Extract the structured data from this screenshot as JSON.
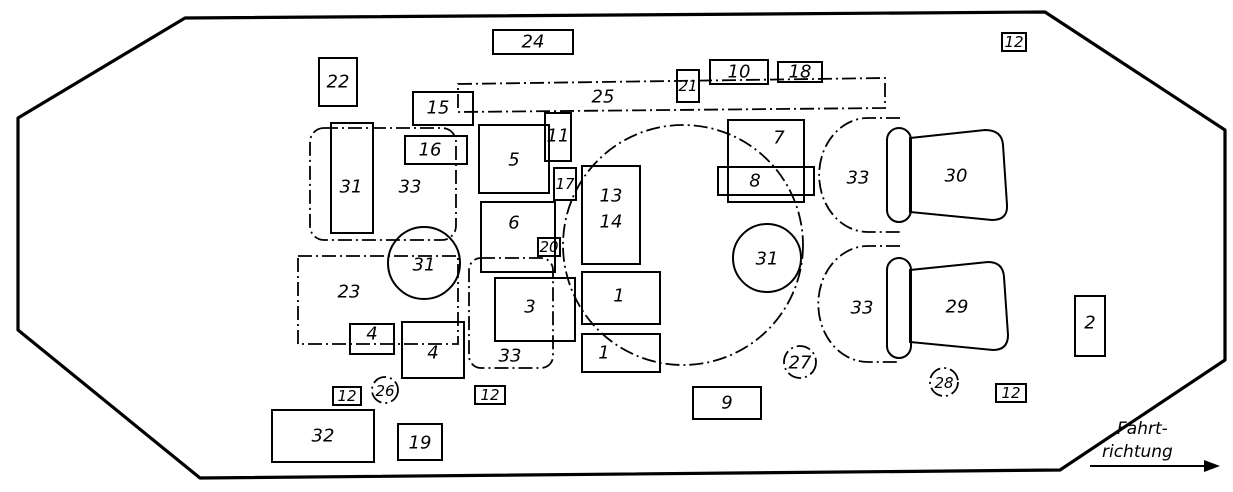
{
  "labels": {
    "l1a": "1",
    "l1b": "1",
    "l2": "2",
    "l3": "3",
    "l4a": "4",
    "l4b": "4",
    "l5": "5",
    "l6": "6",
    "l7": "7",
    "l8": "8",
    "l9": "9",
    "l10": "10",
    "l11": "11",
    "l12a": "12",
    "l12b": "12",
    "l12c": "12",
    "l12d": "12",
    "l13": "13",
    "l14": "14",
    "l15": "15",
    "l16": "16",
    "l17": "17",
    "l18": "18",
    "l19": "19",
    "l20": "20",
    "l21": "21",
    "l22": "22",
    "l23": "23",
    "l24": "24",
    "l25": "25",
    "l26": "26",
    "l27": "27",
    "l28": "28",
    "l29": "29",
    "l30": "30",
    "l31a": "31",
    "l31b": "31",
    "l31c": "31",
    "l32": "32",
    "l33a": "33",
    "l33b": "33",
    "l33c": "33",
    "l33d": "33"
  },
  "direction": {
    "line1": "Fahrt-",
    "line2": "richtung"
  }
}
